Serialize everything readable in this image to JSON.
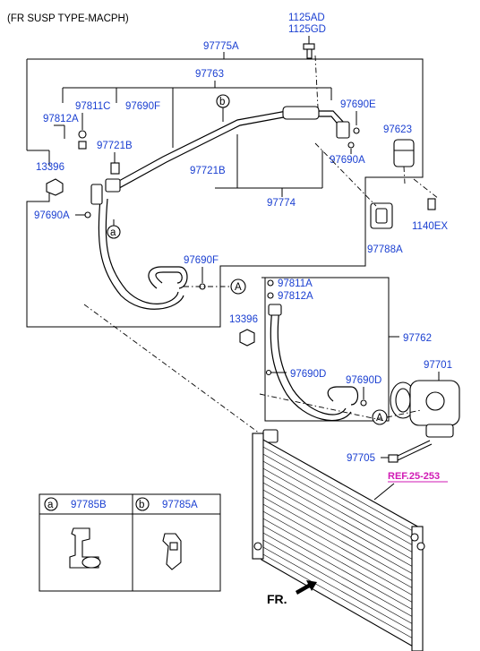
{
  "header": {
    "title": "(FR SUSP TYPE-MACPH)"
  },
  "labels": {
    "bolt_top_1": "1125AD",
    "bolt_top_2": "1125GD",
    "main_assembly": "97775A",
    "suction_line": "97763",
    "valve_core_c": "97811C",
    "oring_f_top": "97690F",
    "cap_a_left": "97812A",
    "bracket_label": "b",
    "oring_e": "97690E",
    "receiver": "97623",
    "bracket_721b_top": "97721B",
    "oring_a_right": "97690A",
    "bracket_721b_mid": "97721B",
    "nut_13396_left": "13396",
    "line_97774": "97774",
    "bolt_1140ex": "1140EX",
    "oring_a_left": "97690A",
    "clamp_a": "a",
    "insulator": "97788A",
    "oring_f_bottom": "97690F",
    "connector_a_left": "A",
    "valve_core_a": "97811A",
    "cap_a_right": "97812A",
    "nut_13396_right": "13396",
    "discharge_line": "97762",
    "oring_d_left": "97690D",
    "oring_d_right": "97690D",
    "compressor": "97701",
    "connector_a_right": "A",
    "bolt_97705": "97705",
    "ref": "REF.25-253",
    "front": "FR."
  },
  "legend": {
    "cells": [
      {
        "key": "a",
        "part": "97785B"
      },
      {
        "key": "b",
        "part": "97785A"
      }
    ]
  },
  "colors": {
    "part_number": "#1a3fd1",
    "reference": "#d11ab4",
    "lines": "#000000"
  }
}
